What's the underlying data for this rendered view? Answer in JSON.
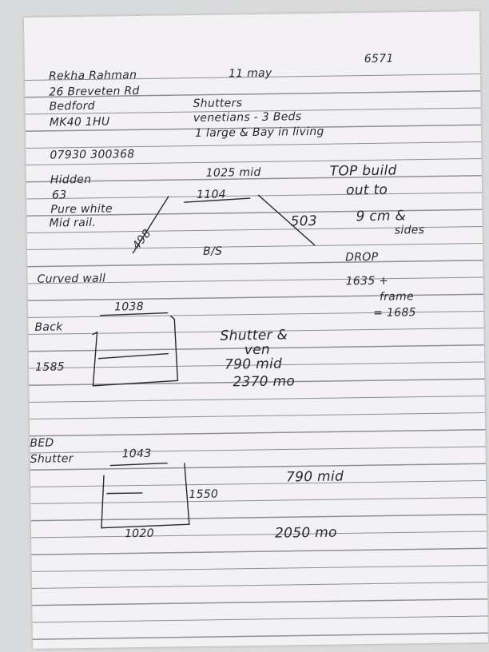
{
  "ref_number": "6571",
  "date": "11 may",
  "customer": {
    "name": "Rekha Rahman",
    "street": "26 Breveten Rd",
    "town": "Bedford",
    "postcode": "MK40 1HU",
    "phone": "07930 300368"
  },
  "order": {
    "line1": "Shutters",
    "line2": "venetians - 3 Beds",
    "line3": "1 large & Bay in living"
  },
  "bay": {
    "style_1": "Hidden",
    "style_2": "63",
    "style_3": "Pure white",
    "style_4": "Mid rail.",
    "mid_label": "1025 mid",
    "top_width": "1104",
    "left_width": "498",
    "right_width": "503",
    "bs_label": "B/S",
    "curved_wall": "Curved wall",
    "note_1": "TOP build",
    "note_2": "out to",
    "note_3": "9 cm &",
    "note_4": "sides",
    "drop_label": "DROP",
    "drop_1": "1635 +",
    "drop_2": "frame",
    "drop_3": "= 1685"
  },
  "back": {
    "label": "Back",
    "width": "1038",
    "height": "1585",
    "note_1": "Shutter &",
    "note_2": "ven",
    "note_3": "790 mid",
    "note_4": "2370 mo"
  },
  "bed": {
    "label_1": "BED",
    "label_2": "Shutter",
    "top_width": "1043",
    "height": "1550",
    "bottom_width": "1020",
    "note_1": "790 mid",
    "note_2": "2050 mo"
  }
}
